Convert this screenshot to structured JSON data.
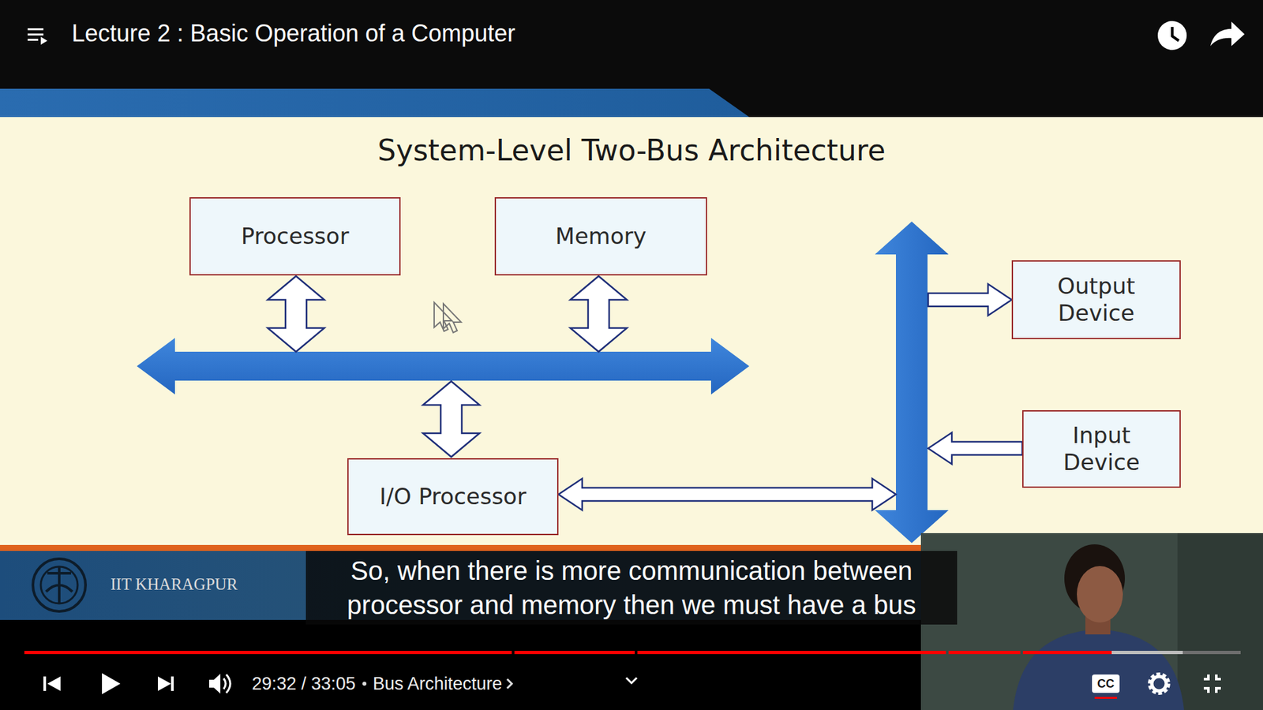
{
  "diagram": {
    "title": "System-Level Two-Bus Architecture",
    "nodes": [
      {
        "text": [
          "Processor"
        ]
      },
      {
        "text": [
          "Memory"
        ]
      },
      {
        "text": [
          "Output Device"
        ]
      },
      {
        "text": [
          "Input Device"
        ]
      },
      {
        "text": [
          "I/O Processor"
        ]
      }
    ],
    "edges": [
      {
        "from": 0,
        "to": 1,
        "arrow": "both"
      },
      {
        "from": 0,
        "to": 4,
        "arrow": "both"
      },
      {
        "from": 1,
        "to": 4,
        "arrow": "both"
      },
      {
        "from": 4,
        "to": 2,
        "arrow": "to"
      },
      {
        "from": 3,
        "to": 4,
        "arrow": "to"
      }
    ],
    "labels": [
      "Lecture 2 : Basic Operation of a Computer",
      "IIT KHARAGPUR",
      "So, when there is more communication between processor and memory then we must have a bus",
      "29:32 / 33:05",
      "Bus Architecture",
      "CC"
    ]
  }
}
